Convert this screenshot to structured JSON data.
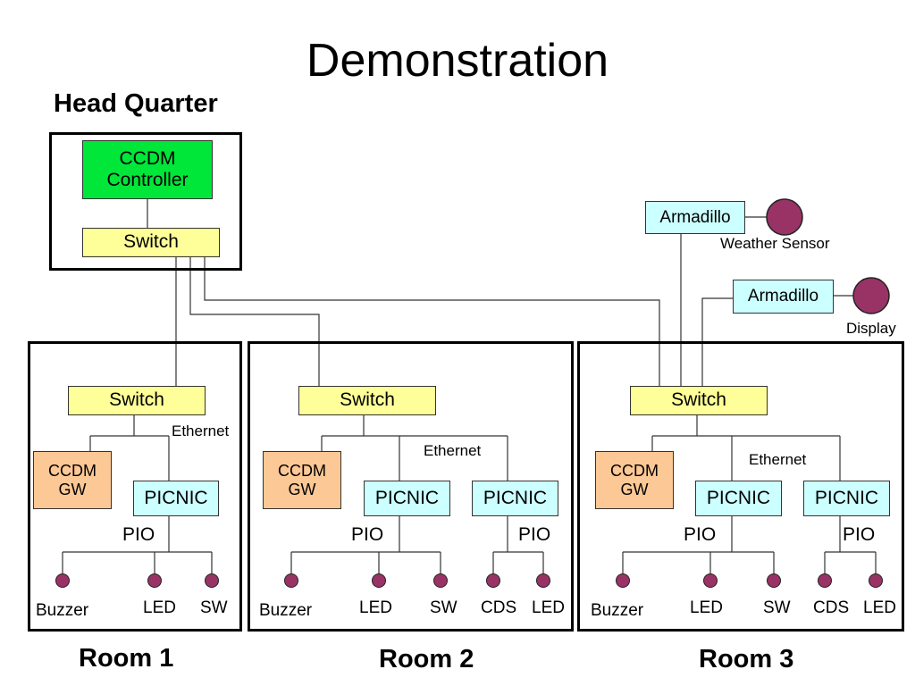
{
  "title": "Demonstration",
  "hq": {
    "label": "Head Quarter",
    "controller": "CCDM\nController",
    "switch": "Switch"
  },
  "remote": {
    "armadillo1": "Armadillo",
    "weather_sensor": "Weather Sensor",
    "armadillo2": "Armadillo",
    "display": "Display"
  },
  "room1": {
    "label": "Room 1",
    "switch": "Switch",
    "ethernet": "Ethernet",
    "gw": "CCDM\nGW",
    "picnic": "PICNIC",
    "pio": "PIO",
    "devices": [
      "Buzzer",
      "LED",
      "SW"
    ]
  },
  "room2": {
    "label": "Room 2",
    "switch": "Switch",
    "ethernet": "Ethernet",
    "gw": "CCDM\nGW",
    "picnic1": "PICNIC",
    "picnic2": "PICNIC",
    "pio1": "PIO",
    "pio2": "PIO",
    "devices1": [
      "Buzzer",
      "LED",
      "SW"
    ],
    "devices2": [
      "CDS",
      "LED"
    ]
  },
  "room3": {
    "label": "Room 3",
    "switch": "Switch",
    "ethernet": "Ethernet",
    "gw": "CCDM\nGW",
    "picnic1": "PICNIC",
    "picnic2": "PICNIC",
    "pio1": "PIO",
    "pio2": "PIO",
    "devices1": [
      "Buzzer",
      "LED",
      "SW"
    ],
    "devices2": [
      "CDS",
      "LED"
    ]
  },
  "colors": {
    "switch": "#ffff99",
    "controller": "#00e639",
    "gateway": "#fcc895",
    "picnic": "#ccffff",
    "device": "#993366"
  }
}
